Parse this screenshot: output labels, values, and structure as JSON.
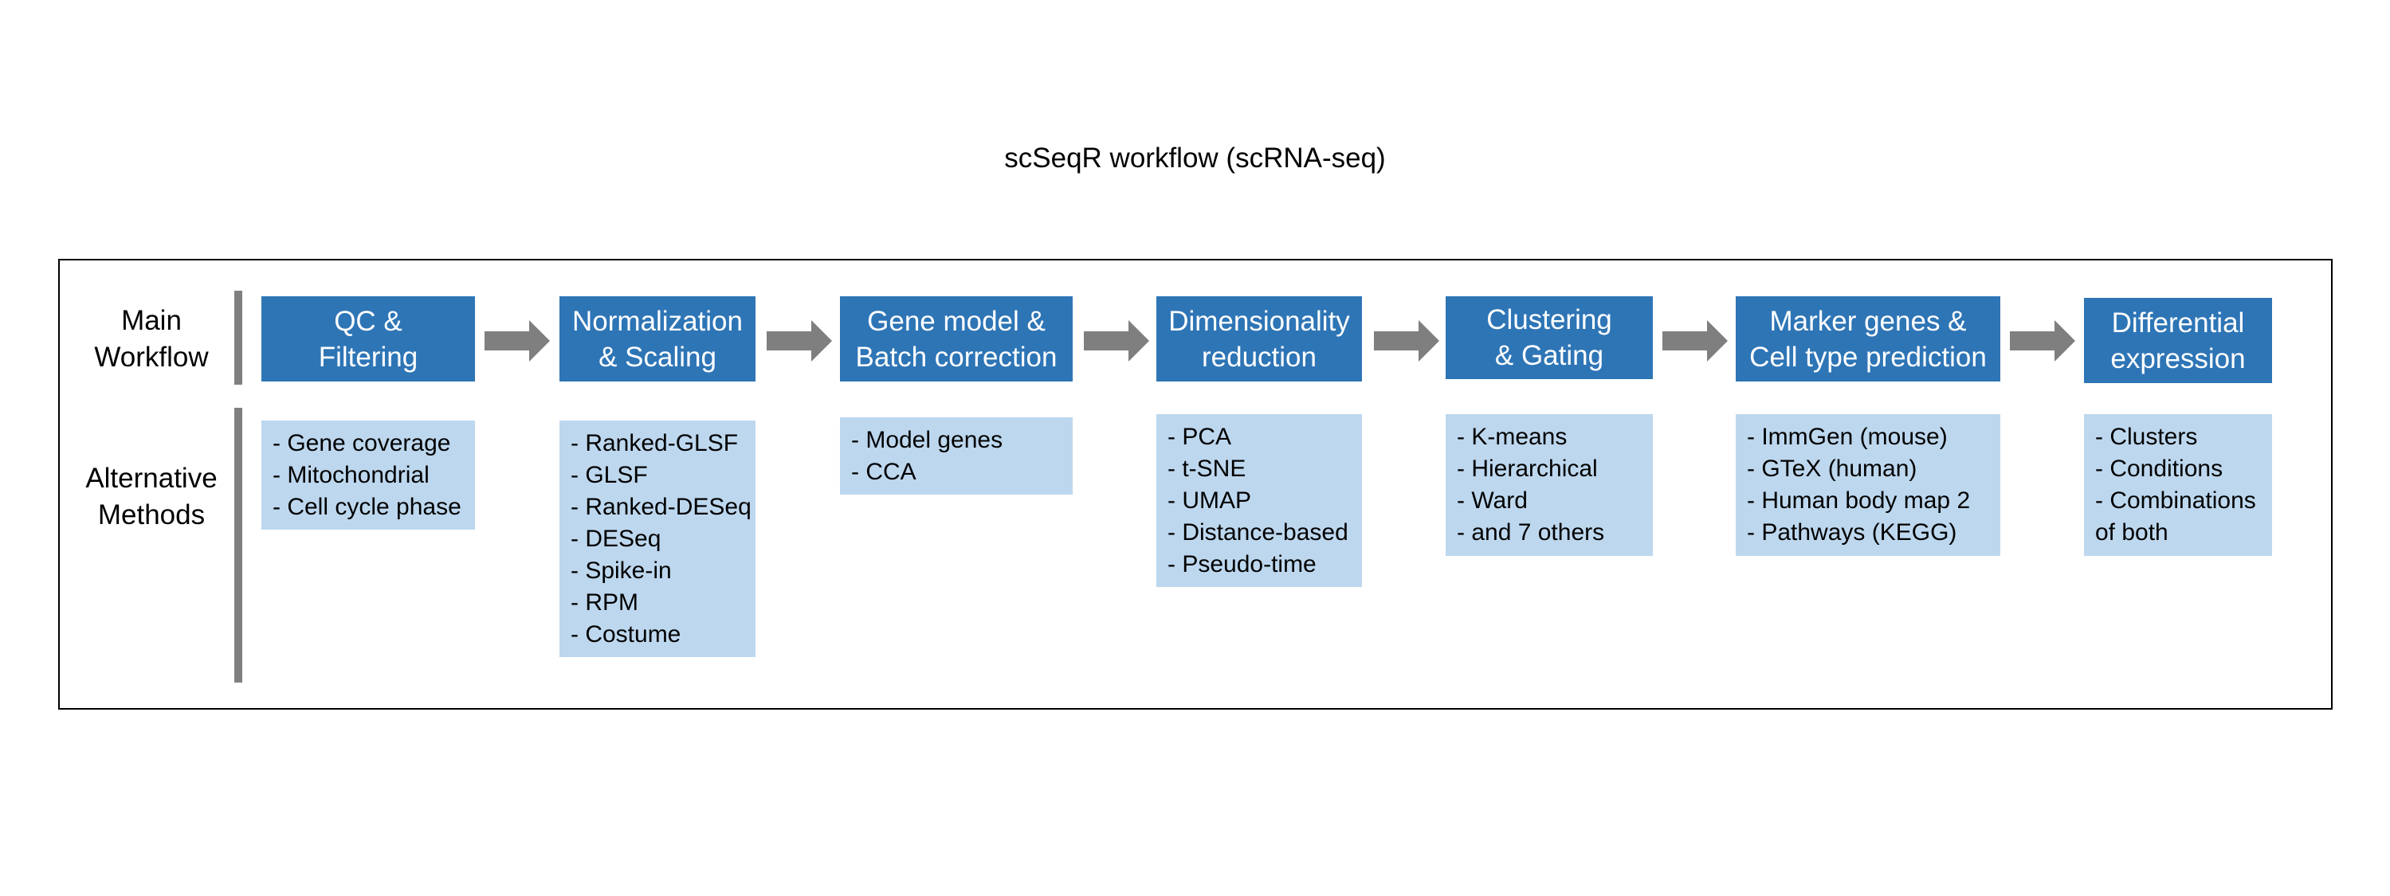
{
  "title": "scSeqR workflow (scRNA-seq)",
  "row_labels": {
    "main": [
      "Main",
      "Workflow"
    ],
    "alternative": [
      "Alternative",
      "Methods"
    ]
  },
  "colors": {
    "step_fill": "#2e75b6",
    "method_fill": "#bdd7ee",
    "arrow": "#7f7f7f",
    "divider": "#7f7f7f"
  },
  "steps": [
    {
      "label": [
        "QC &",
        "Filtering"
      ],
      "methods": [
        "- Gene coverage",
        "- Mitochondrial",
        "- Cell cycle phase"
      ]
    },
    {
      "label": [
        "Normalization",
        "& Scaling"
      ],
      "methods": [
        "- Ranked-GLSF",
        "- GLSF",
        "- Ranked-DESeq",
        "- DESeq",
        "- Spike-in",
        "- RPM",
        "- Costume"
      ]
    },
    {
      "label": [
        "Gene model &",
        "Batch correction"
      ],
      "methods": [
        "- Model genes",
        "- CCA"
      ]
    },
    {
      "label": [
        "Dimensionality",
        "reduction"
      ],
      "methods": [
        "- PCA",
        "- t-SNE",
        "- UMAP",
        "- Distance-based",
        "- Pseudo-time"
      ]
    },
    {
      "label": [
        "Clustering",
        "& Gating"
      ],
      "methods": [
        "- K-means",
        "- Hierarchical",
        "- Ward",
        "- and 7 others"
      ]
    },
    {
      "label": [
        "Marker genes &",
        "Cell type prediction"
      ],
      "methods": [
        "- ImmGen (mouse)",
        "- GTeX (human)",
        "- Human body map 2",
        "- Pathways (KEGG)"
      ]
    },
    {
      "label": [
        "Differential",
        "expression"
      ],
      "methods": [
        "- Clusters",
        "- Conditions",
        "- Combinations",
        "of both"
      ]
    }
  ]
}
